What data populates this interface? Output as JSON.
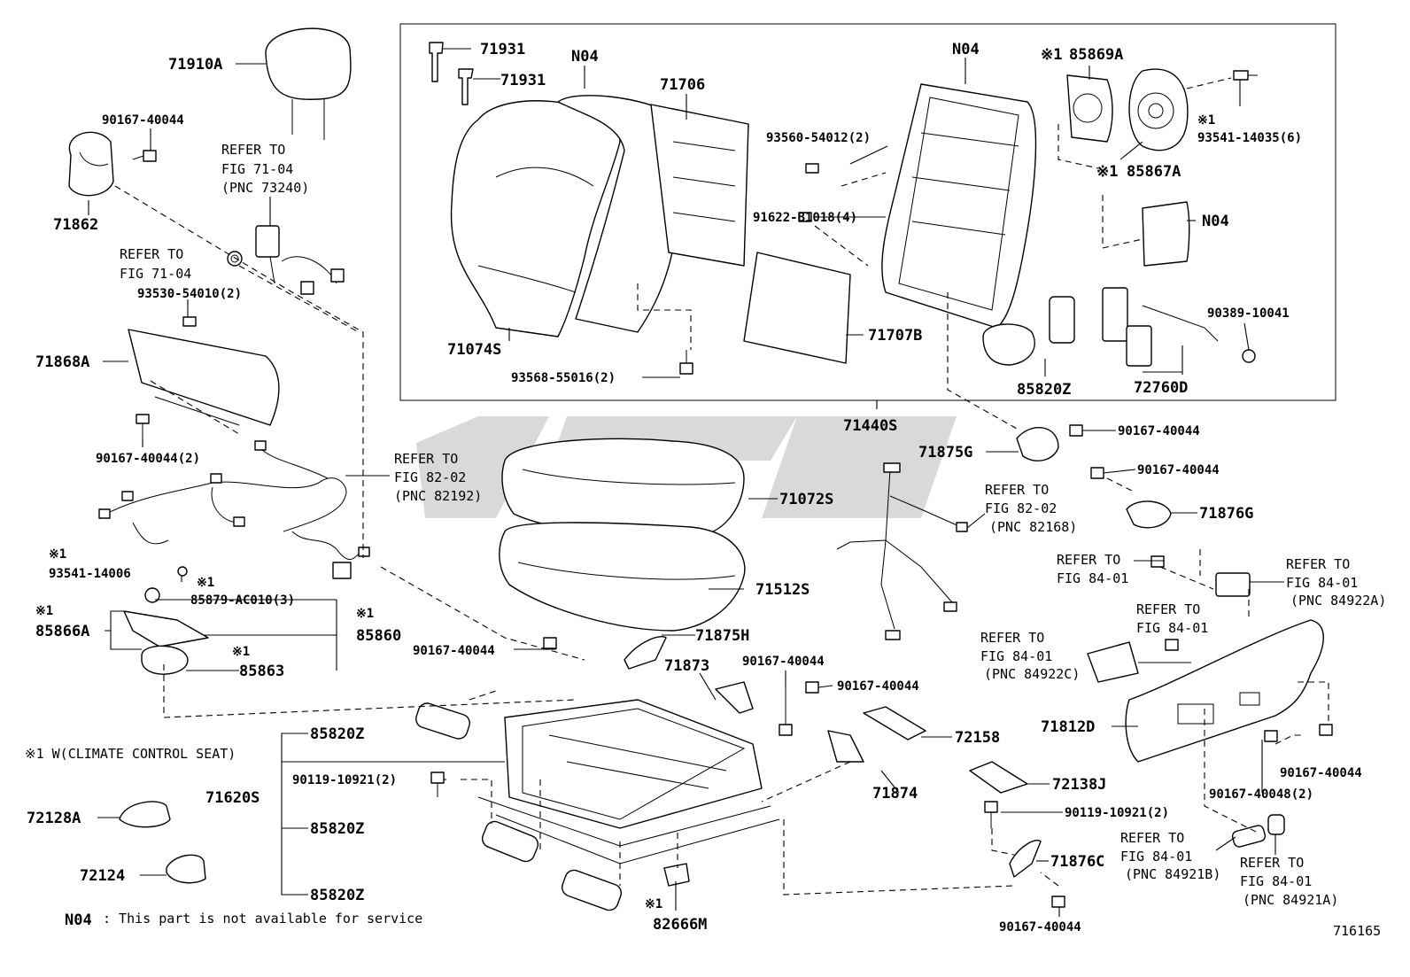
{
  "labels": {
    "l71910A": "71910A",
    "l90167_1": "90167-40044",
    "l71862": "71862",
    "refer1a": "REFER TO",
    "refer1b": "FIG 71-04",
    "refer1c": "(PNC 73240)",
    "refer2a": "REFER TO",
    "refer2b": "FIG 71-04",
    "l93530": "93530-54010(2)",
    "l71868A": "71868A",
    "l90167_2": "90167-40044(2)",
    "refer3a": "REFER TO",
    "refer3b": "FIG 82-02",
    "refer3c": "(PNC 82192)",
    "l93541_14006": "93541-14006",
    "l85879": "85879-AC010(3)",
    "l85866A": "85866A",
    "l85860": "85860",
    "l85863": "85863",
    "l71931a": "71931",
    "l71931b": "71931",
    "lN04a": "N04",
    "l71706": "71706",
    "lN04b": "N04",
    "l85869A": "85869A",
    "l93560": "93560-54012(2)",
    "l93541_14035": "93541-14035(6)",
    "l85867A": "85867A",
    "l91622": "91622-B1018(4)",
    "lN04c": "N04",
    "l90389": "90389-10041",
    "l71074S": "71074S",
    "l71707B": "71707B",
    "l93568": "93568-55016(2)",
    "l85820Z_top": "85820Z",
    "l72760D": "72760D",
    "l71440S": "71440S",
    "l90167_3": "90167-40044",
    "l71875G": "71875G",
    "l90167_4": "90167-40044",
    "l71876G": "71876G",
    "l71072S": "71072S",
    "refer4a": "REFER TO",
    "refer4b": "FIG 82-02",
    "refer4c": "(PNC 82168)",
    "l71512S": "71512S",
    "refer5a": "REFER TO",
    "refer5b": "FIG 84-01",
    "refer6a": "REFER TO",
    "refer6b": "FIG 84-01",
    "refer6c": "(PNC 84922A)",
    "refer7a": "REFER TO",
    "refer7b": "FIG 84-01",
    "refer8a": "REFER TO",
    "refer8b": "FIG 84-01",
    "refer8c": "(PNC 84922C)",
    "l71875H": "71875H",
    "l90167_5": "90167-40044",
    "l71873": "71873",
    "l90167_6": "90167-40044",
    "l90167_7": "90167-40044",
    "l71812D": "71812D",
    "l85820Z_a": "85820Z",
    "l72158": "72158",
    "l90119_a": "90119-10921(2)",
    "l71620S": "71620S",
    "l71874": "71874",
    "l90167_8": "90167-40044",
    "l90167_48": "90167-40048(2)",
    "l72138J": "72138J",
    "l72128A": "72128A",
    "l85820Z_b": "85820Z",
    "l90119_b": "90119-10921(2)",
    "refer9a": "REFER TO",
    "refer9b": "FIG 84-01",
    "refer9c": "(PNC 84921B)",
    "l71876C": "71876C",
    "refer10a": "REFER TO",
    "refer10b": "FIG 84-01",
    "refer10c": "(PNC 84921A)",
    "l72124": "72124",
    "l85820Z_c": "85820Z",
    "l82666M": "82666M",
    "l90167_9": "90167-40044",
    "figure_number": "716165"
  },
  "marks": {
    "m1": "※1",
    "m2": "※1",
    "m3": "※1",
    "m4": "※1",
    "m5": "※1",
    "m6": "※1",
    "m7": "※1",
    "m8": "※1",
    "m9": "※1",
    "m10": "※1"
  },
  "legend": {
    "climate_note": "※1 W(CLIMATE CONTROL SEAT)",
    "n04_code": "N04",
    "n04_text": ": This part is not available for service"
  },
  "colors": {
    "line": "#000000",
    "background": "#ffffff",
    "watermark": "#777777"
  }
}
